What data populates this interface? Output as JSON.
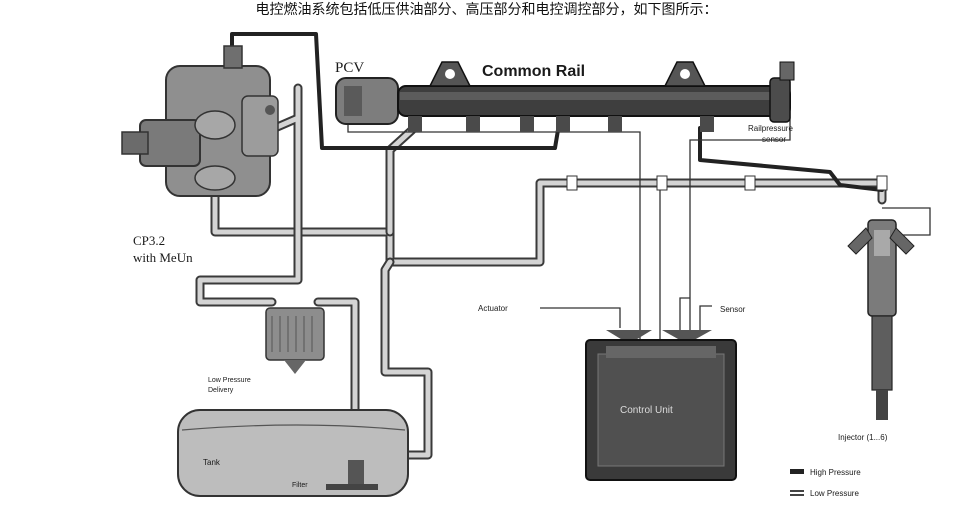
{
  "caption": "电控燃油系统包括低压供油部分、高压部分和电控调控部分，如下图所示：",
  "diagram": {
    "common_rail_label": "Common Rail",
    "pcv_label": "PCV",
    "pump_label_line1": "CP3.2",
    "pump_label_line2": "with MeUn",
    "rail_sensor_line1": "Railpressure",
    "rail_sensor_line2": "sensor",
    "actuator_label": "Actuator",
    "sensor_label": "Sensor",
    "control_unit_label": "Control Unit",
    "filter_label_line1": "Low Pressure",
    "filter_label_line2": "Delivery",
    "tank_label": "Tank",
    "tank_inner_label": "Filter",
    "injector_label": "Injector (1...6)",
    "legend": {
      "high_pressure": "High Pressure",
      "low_pressure": "Low Pressure"
    }
  }
}
